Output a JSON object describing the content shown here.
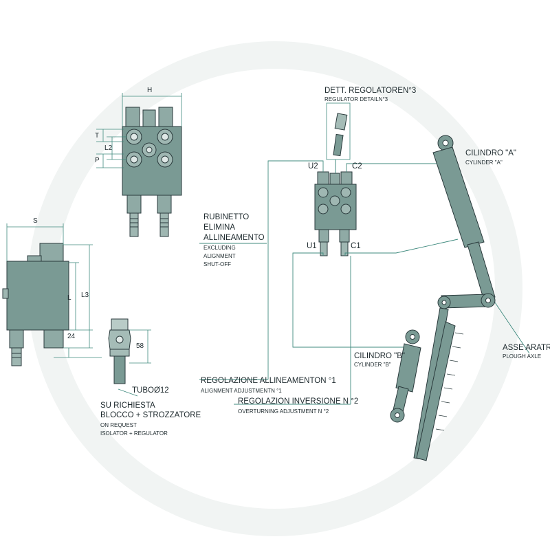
{
  "colors": {
    "body": "#7a9a94",
    "body_dark": "#5d7d78",
    "line": "#2a3a3c",
    "leader": "#3f8a7e",
    "light": "#b9cbc7"
  },
  "dimensions": {
    "h": "H",
    "t": "T",
    "l2": "L2",
    "p": "P",
    "s": "S",
    "l": "L",
    "l3": "L3",
    "d24": "24",
    "d58": "58"
  },
  "labels": {
    "regulator_detail_it": "DETT. REGOLATOREN°3",
    "regulator_detail_en": "REGULATOR DETAILN°3",
    "u2": "U2",
    "c2": "C2",
    "u1": "U1",
    "c1": "C1",
    "tap_it_1": "RUBINETTO",
    "tap_it_2": "ELIMINA",
    "tap_it_3": "ALLINEAMENTO",
    "tap_en_1": "EXCLUDING",
    "tap_en_2": "ALIGNMENT",
    "tap_en_3": "SHUT-OFF",
    "cyl_a_it": "CILINDRO \"A\"",
    "cyl_a_en": "CYLINDER \"A\"",
    "cyl_b_it": "CILINDRO \"B\"",
    "cyl_b_en": "CYLINDER \"B\"",
    "axle_it": "ASSE ARATRO",
    "axle_en": "PLOUGH AXLE",
    "align_it": "REGOLAZIONE ALLINEAMENTON °1",
    "align_en": "ALIGNMENT ADJUSTMENTN °1",
    "overturn_it": "REGOLAZION INVERSIONE N °2",
    "overturn_en": "OVERTURNING ADJUSTMENT N °2",
    "tube": "TUBOØ12",
    "request_it_1": "SU RICHIESTA",
    "request_it_2": "BLOCCO + STROZZATORE",
    "request_en_1": "ON REQUEST",
    "request_en_2": "ISOLATOR + REGULATOR"
  }
}
